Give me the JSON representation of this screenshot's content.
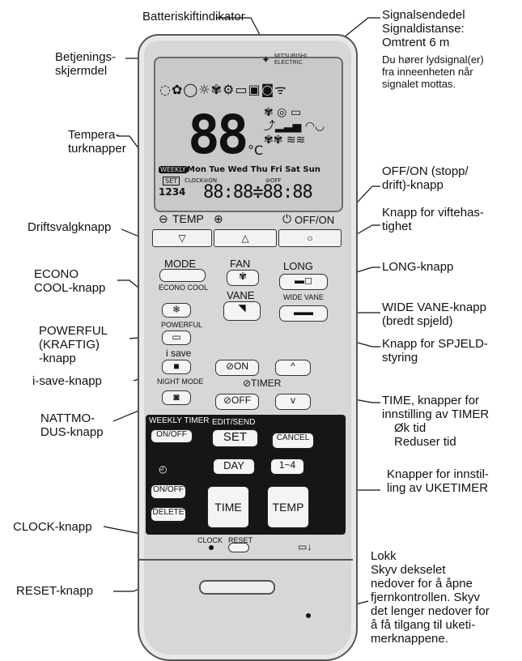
{
  "annotations": {
    "battery": "Batteriskiftindikator",
    "signal": "Signalsendedel\nSignaldistanse:\nOmtrent 6 m",
    "signal_note": "Du hører lydsignal(er)\nfra inneenheten når\nsignalet mottas.",
    "display": "Betjenings-\nskjermdel",
    "temp_buttons": "Tempera-\nturknapper",
    "off_on": "OFF/ON (stopp/\ndrift)-knapp",
    "fan_speed": "Knapp for viftehas-\ntighet",
    "mode_select": "Driftsvalgknapp",
    "long": "LONG-knapp",
    "econo": "ECONO\nCOOL-knapp",
    "wide_vane": "WIDE VANE-knapp\n(bredt spjeld)",
    "powerful": "POWERFUL\n(KRAFTIG)\n-knapp",
    "vane": "Knapp for SPJELD-\nstyring",
    "isave": "i-save-knapp",
    "timer": "TIME, knapper for\ninnstilling av TIMER",
    "timer_sub": "Øk tid\nReduser tid",
    "night": "NATTMO-\nDUS-knapp",
    "weekly": "Knapper for innstil-\nling av UKETIMER",
    "clock": "CLOCK-knapp",
    "reset": "RESET-knapp",
    "lid": "Lokk\nSkyv dekselet\nnedover for å åpne\nfjernkontrollen. Skyv\ndet lenger nedover for\nå få tilgang til uketi-\nmerknappene."
  },
  "remote": {
    "brand": "MITSUBISHI\nELECTRIC",
    "lcd": {
      "temperature": "88",
      "unit": "°C",
      "weekly_badge": "WEEKLY",
      "days": "Mon Tue Wed Thu Fri Sat Sun",
      "set_badge": "SET",
      "clock_text": "CLOCK⊘ON",
      "off_text": "⊘OFF",
      "numbers": "1234",
      "timer_digits": "88:88≑88:88"
    },
    "temp_label": "TEMP",
    "off_on_label": "OFF/ON",
    "mode_label": "MODE",
    "fan_label": "FAN",
    "long_label": "LONG",
    "econo_label": "ECONO COOL",
    "vane_label": "VANE",
    "wide_vane_label": "WIDE VANE",
    "powerful_label": "POWERFUL",
    "isave_label": "i save",
    "night_label": "NIGHT MODE",
    "timer_on": "⊘ON",
    "timer_label": "⊘TIMER",
    "timer_off": "⊘OFF",
    "weekly_timer_label": "WEEKLY TIMER",
    "wk_onoff": "ON/OFF",
    "edit_send": "EDIT/SEND",
    "set": "SET",
    "cancel": "CANCEL",
    "day": "DAY",
    "one_four": "1~4",
    "onoff2": "ON/OFF",
    "delete": "DELETE",
    "time": "TIME",
    "temp2": "TEMP",
    "clock": "CLOCK",
    "reset": "RESET"
  }
}
